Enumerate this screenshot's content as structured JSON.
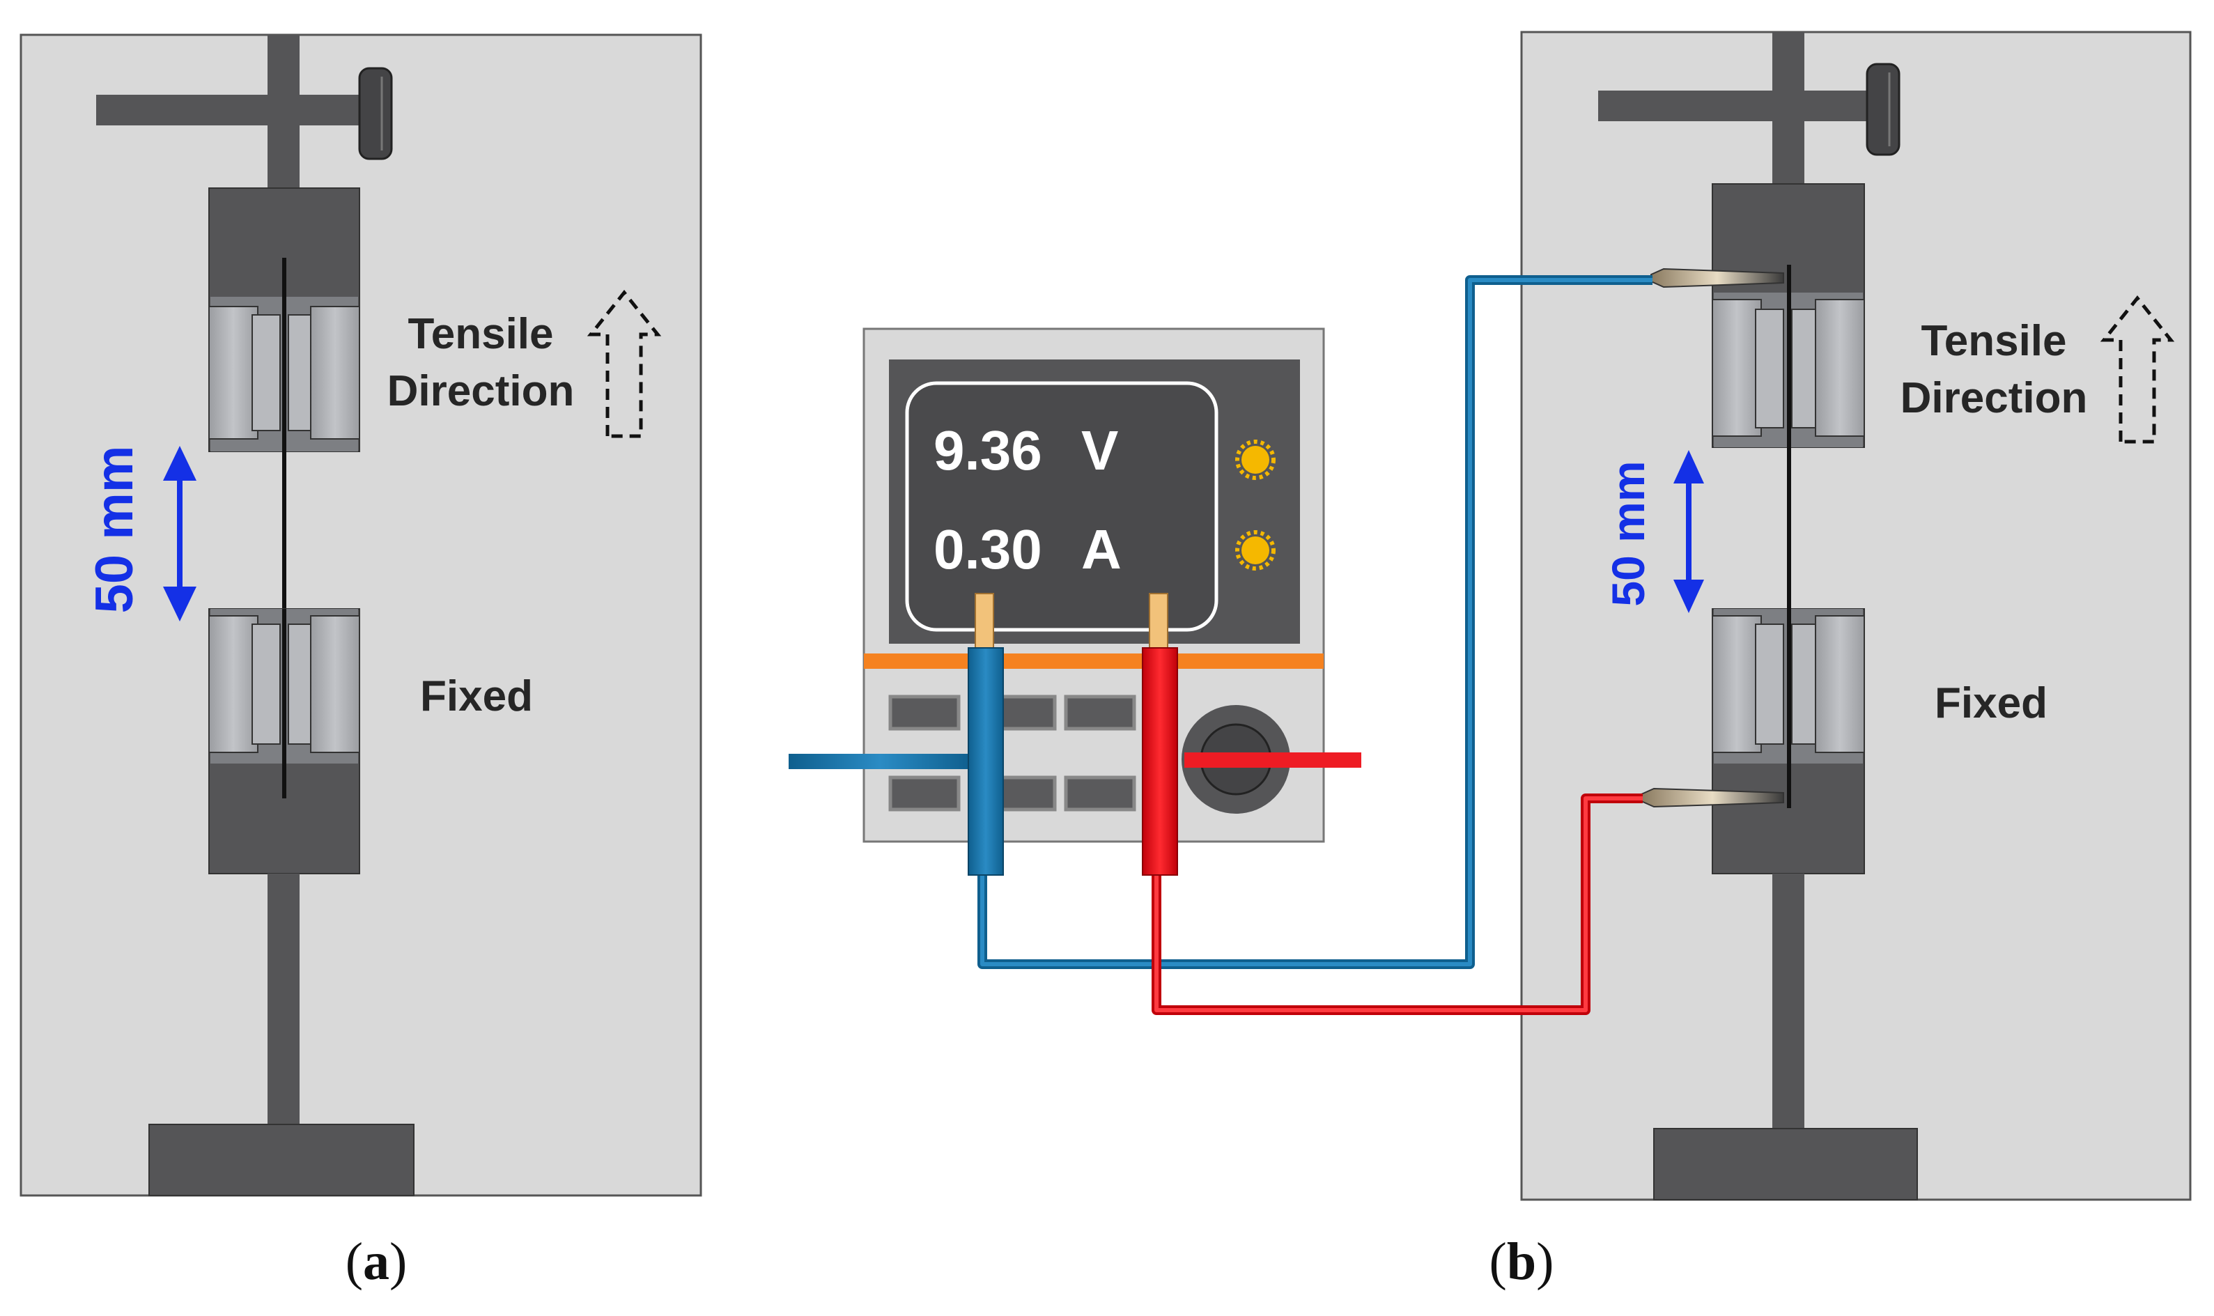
{
  "panel_a": {
    "tensile_line1": "Tensile",
    "tensile_line2": "Direction",
    "fixed": "Fixed",
    "gauge_length": "50 mm",
    "caption_open": "(",
    "caption_letter": "a",
    "caption_close": ")"
  },
  "panel_b": {
    "tensile_line1": "Tensile",
    "tensile_line2": "Direction",
    "fixed": "Fixed",
    "gauge_length": "50 mm",
    "caption_open": "(",
    "caption_letter": "b",
    "caption_close": ")"
  },
  "power_supply": {
    "voltage_value": "9.36",
    "voltage_unit": "V",
    "current_value": "0.30",
    "current_unit": "A"
  },
  "colors": {
    "panel_bg": "#d9d9d9",
    "frame_dark": "#555557",
    "grip": "#a6a8ac",
    "blue_wire": "#1b75a8",
    "red_wire": "#ee1c24",
    "indicator": "#f5b800",
    "dimension_arrow": "#1430e6"
  }
}
